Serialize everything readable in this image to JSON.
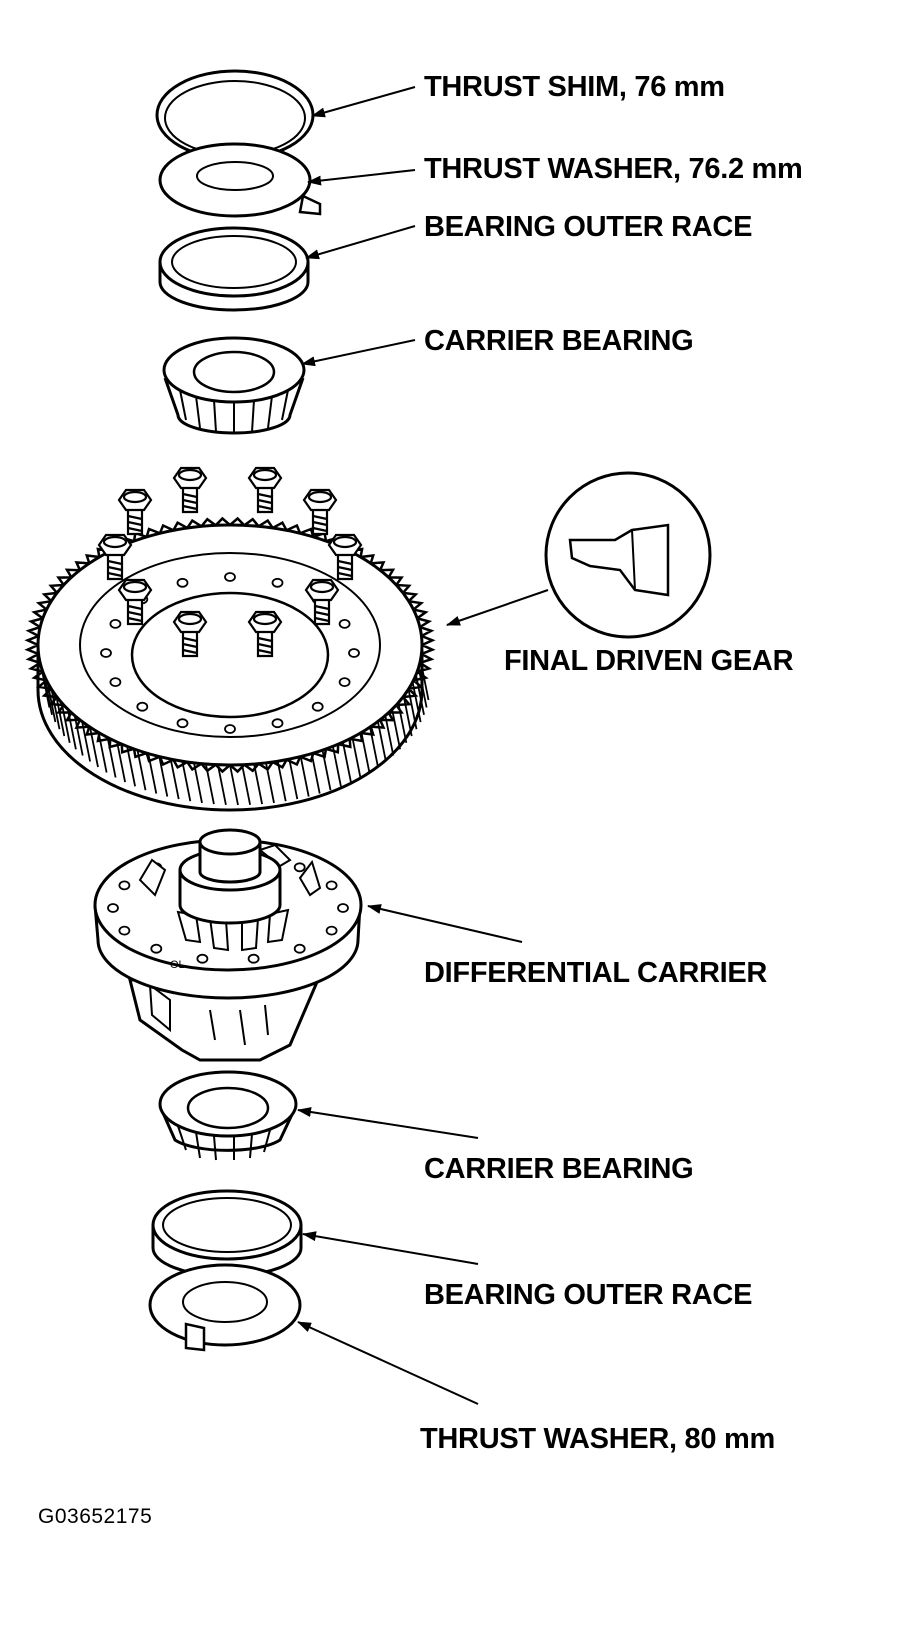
{
  "labels": {
    "thrust_shim_76": "THRUST SHIM, 76 mm",
    "thrust_washer_76_2": "THRUST WASHER, 76.2 mm",
    "bearing_outer_race_top": "BEARING OUTER RACE",
    "carrier_bearing_top": "CARRIER BEARING",
    "final_driven_gear": "FINAL DRIVEN GEAR",
    "differential_carrier": "DIFFERENTIAL CARRIER",
    "carrier_bearing_bottom": "CARRIER BEARING",
    "bearing_outer_race_bottom": "BEARING OUTER RACE",
    "thrust_washer_80": "THRUST WASHER, 80 mm"
  },
  "figure_id": "G03652175",
  "colors": {
    "line": "#000000",
    "background": "#ffffff"
  },
  "icons": {
    "detail_view": "gear-tooth-profile-icon"
  }
}
